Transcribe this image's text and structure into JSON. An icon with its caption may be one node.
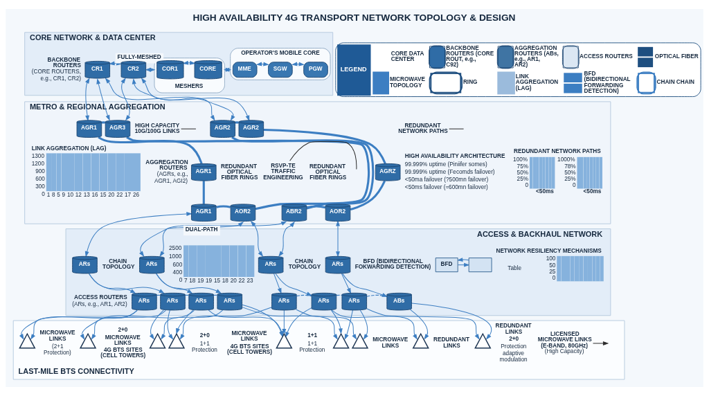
{
  "diagram": {
    "title": "HIGH AVAILABILITY 4G TRANSPORT NETWORK TOPOLOGY & DESIGN",
    "nodes": [
      {
        "text": [
          "CORE NETWORK & DATA CENTER"
        ]
      },
      {
        "text": [
          "CR1"
        ],
        "in": 0,
        "beside": [
          "BACKBONE ROUTERS",
          "(CORE ROUTERS, e.g., CR1, CR2)"
        ]
      },
      {
        "text": [
          "CR2"
        ],
        "in": 0
      },
      {
        "text": [
          "MESHERS"
        ],
        "in": 0
      },
      {
        "text": [
          "COR1"
        ],
        "in": 3
      },
      {
        "text": [
          "CORE"
        ],
        "in": 3
      },
      {
        "text": [
          "OPERATOR'S MOBILE CORE"
        ],
        "in": 0
      },
      {
        "text": [
          "MME"
        ],
        "in": 6
      },
      {
        "text": [
          "SGW"
        ],
        "in": 6
      },
      {
        "text": [
          "PGW"
        ],
        "in": 6
      },
      {
        "text": [
          "METRO & REGIONAL AGGREGATION"
        ]
      },
      {
        "text": [
          "AGR1"
        ],
        "in": 10
      },
      {
        "text": [
          "AGR3"
        ],
        "in": 10
      },
      {
        "text": [
          "HIGH CAPACITY 10G/100G LINKS"
        ],
        "in": 10
      },
      {
        "text": [
          "AGR2"
        ],
        "in": 10
      },
      {
        "text": [
          "AGR2"
        ],
        "in": 10
      },
      {
        "text": [
          "REDUNDANT NETWORK PATHS"
        ],
        "in": 10
      },
      {
        "text": [
          "AGR1"
        ],
        "in": 10,
        "beside": [
          "AGGREGATION ROUTERS",
          "(AGRs, e.g., AGR1, AGI2)"
        ]
      },
      {
        "text": [
          "RSVP-TE TRAFFIC ENGINEERING"
        ],
        "in": 10
      },
      {
        "text": [
          "AGRZ"
        ],
        "in": 10
      },
      {
        "text": [
          "AGR1"
        ],
        "in": 10
      },
      {
        "text": [
          "AOR2"
        ],
        "in": 10
      },
      {
        "text": [
          "ABR2"
        ],
        "in": 10
      },
      {
        "text": [
          "AOR2"
        ],
        "in": 10
      },
      {
        "text": [
          "ACCESS & BACKHAUL NETWORK"
        ]
      },
      {
        "text": [
          "ARs"
        ],
        "in": 24
      },
      {
        "text": [
          "ARs"
        ],
        "in": 24
      },
      {
        "text": [
          "ARs"
        ],
        "in": 24
      },
      {
        "text": [
          "ARs"
        ],
        "in": 24
      },
      {
        "text": [
          "BFD"
        ],
        "in": 24
      },
      {
        "text": [],
        "shape": "box",
        "in": 24
      },
      {
        "text": [
          "ARs"
        ],
        "in": 24,
        "beside": [
          "ACCESS ROUTERS",
          "(ARs, e.g., AR1, AR2)"
        ]
      },
      {
        "text": [
          "ARs"
        ],
        "in": 24
      },
      {
        "text": [
          "ARs"
        ],
        "in": 24
      },
      {
        "text": [
          "ARs"
        ],
        "in": 24
      },
      {
        "text": [
          "ARs"
        ],
        "in": 24
      },
      {
        "text": [
          "ARs"
        ],
        "in": 24
      },
      {
        "text": [
          "ARs"
        ],
        "in": 24
      },
      {
        "text": [
          "ABs"
        ],
        "in": 24
      },
      {
        "text": [
          "LAST-MILE BTS CONNECTIVITY"
        ]
      },
      {
        "text": [
          "LICENSED MICROWAVE LINKS (E-BAND, 80GHz)",
          "(High Capacity)"
        ],
        "in": 39
      },
      {
        "text": [],
        "shape": "picture",
        "in": 39
      },
      {
        "text": [],
        "shape": "picture",
        "in": 39
      },
      {
        "text": [],
        "shape": "picture",
        "in": 39
      },
      {
        "text": [],
        "shape": "picture",
        "in": 39
      },
      {
        "text": [],
        "shape": "picture",
        "in": 39
      },
      {
        "text": [],
        "shape": "picture",
        "in": 39
      },
      {
        "text": [],
        "shape": "picture",
        "in": 39
      },
      {
        "text": [],
        "shape": "picture",
        "in": 39
      },
      {
        "text": [],
        "shape": "picture",
        "in": 39
      }
    ],
    "edges": [
      {
        "from": 1,
        "to": 2,
        "arrow": "both",
        "label": "FULLY-MESHED"
      },
      {
        "from": 2,
        "to": 3,
        "arrow": "both"
      },
      {
        "from": 4,
        "to": 5,
        "arrow": "both"
      },
      {
        "from": 3,
        "to": 6,
        "arrow": "both"
      },
      {
        "from": 7,
        "to": 8,
        "arrow": "both"
      },
      {
        "from": 8,
        "to": 9,
        "arrow": "both"
      },
      {
        "from": 1,
        "to": 11,
        "arrow": "both"
      },
      {
        "from": 1,
        "to": 12,
        "arrow": "both"
      },
      {
        "from": 1,
        "to": 14,
        "arrow": "both"
      },
      {
        "from": 2,
        "to": 12,
        "arrow": "both"
      },
      {
        "from": 2,
        "to": 14,
        "arrow": "both"
      },
      {
        "from": 2,
        "to": 15,
        "arrow": "both"
      },
      {
        "from": 11,
        "to": 12,
        "arrow": "none",
        "style": "thick"
      },
      {
        "from": 11,
        "to": 17,
        "arrow": "none",
        "style": "thick"
      },
      {
        "from": 17,
        "to": 20,
        "arrow": "none",
        "style": "thick"
      },
      {
        "from": 12,
        "to": 21,
        "arrow": "none",
        "style": "thick"
      },
      {
        "from": 20,
        "to": 21,
        "arrow": "none",
        "style": "thick"
      },
      {
        "from": 14,
        "to": 15,
        "arrow": "none",
        "style": "thick"
      },
      {
        "from": 15,
        "to": 19,
        "arrow": "none",
        "style": "thick"
      },
      {
        "from": 19,
        "to": 23,
        "arrow": "none",
        "style": "thick"
      },
      {
        "from": 14,
        "to": 22,
        "arrow": "none",
        "style": "thick"
      },
      {
        "from": 22,
        "to": 23,
        "arrow": "none",
        "style": "thick"
      },
      {
        "from": 20,
        "to": 25,
        "arrow": "both"
      },
      {
        "from": 21,
        "to": 26,
        "arrow": "both"
      },
      {
        "from": 22,
        "to": 26,
        "arrow": "both",
        "label": "DUAL-PATH"
      },
      {
        "from": 21,
        "to": 27,
        "arrow": "both"
      },
      {
        "from": 22,
        "to": 27,
        "arrow": "both"
      },
      {
        "from": 23,
        "to": 28,
        "arrow": "both"
      },
      {
        "from": 25,
        "to": 31,
        "arrow": "to"
      },
      {
        "from": 25,
        "to": 32,
        "arrow": "to"
      },
      {
        "from": 26,
        "to": 33,
        "arrow": "to"
      },
      {
        "from": 26,
        "to": 34,
        "arrow": "to"
      },
      {
        "from": 27,
        "to": 35,
        "arrow": "to"
      },
      {
        "from": 27,
        "to": 36,
        "arrow": "to"
      },
      {
        "from": 28,
        "to": 37,
        "arrow": "to"
      },
      {
        "from": 28,
        "to": 38,
        "arrow": "to"
      },
      {
        "from": 31,
        "to": 32,
        "arrow": "none",
        "style": "dashed"
      },
      {
        "from": 32,
        "to": 33,
        "arrow": "none",
        "style": "dashed"
      },
      {
        "from": 33,
        "to": 34,
        "arrow": "none",
        "style": "dashed"
      },
      {
        "from": 35,
        "to": 36,
        "arrow": "none",
        "style": "dashed"
      },
      {
        "from": 36,
        "to": 37,
        "arrow": "none",
        "style": "dashed"
      },
      {
        "from": 37,
        "to": 38,
        "arrow": "none",
        "style": "dashed"
      },
      {
        "from": 31,
        "to": 41,
        "arrow": "to"
      },
      {
        "from": 31,
        "to": 42,
        "arrow": "to"
      },
      {
        "from": 32,
        "to": 41,
        "arrow": "to"
      },
      {
        "from": 32,
        "to": 43,
        "arrow": "to"
      },
      {
        "from": 32,
        "to": 44,
        "arrow": "to"
      },
      {
        "from": 33,
        "to": 42,
        "arrow": "to"
      },
      {
        "from": 33,
        "to": 44,
        "arrow": "to"
      },
      {
        "from": 33,
        "to": 45,
        "arrow": "to"
      },
      {
        "from": 34,
        "to": 43,
        "arrow": "to"
      },
      {
        "from": 34,
        "to": 45,
        "arrow": "to"
      },
      {
        "from": 34,
        "to": 46,
        "arrow": "to"
      },
      {
        "from": 35,
        "to": 44,
        "arrow": "to"
      },
      {
        "from": 35,
        "to": 45,
        "arrow": "to"
      },
      {
        "from": 35,
        "to": 47,
        "arrow": "to"
      },
      {
        "from": 36,
        "to": 45,
        "arrow": "to"
      },
      {
        "from": 36,
        "to": 46,
        "arrow": "to"
      },
      {
        "from": 36,
        "to": 48,
        "arrow": "to"
      },
      {
        "from": 37,
        "to": 46,
        "arrow": "to"
      },
      {
        "from": 37,
        "to": 47,
        "arrow": "to"
      },
      {
        "from": 37,
        "to": 49,
        "arrow": "to"
      },
      {
        "from": 38,
        "to": 48,
        "arrow": "to"
      },
      {
        "from": 38,
        "to": 49,
        "arrow": "to"
      },
      {
        "from": 13,
        "to": null,
        "arrow": "none",
        "color": "#2b2b2b"
      },
      {
        "from": 16,
        "to": null,
        "arrow": "none",
        "color": "#2b2b2b"
      },
      {
        "from": 18,
        "to": null,
        "arrow": "none",
        "color": "#2b2b2b"
      },
      {
        "from": 40,
        "to": null,
        "arrow": "to",
        "color": "#2b2b2b"
      },
      {
        "from": 29,
        "to": 30,
        "arrow": "to"
      },
      {
        "from": 30,
        "to": 29,
        "arrow": "to"
      }
    ],
    "labels": [
      "LINK AGGREGATION (LAG)",
      "1300",
      "1200",
      "900",
      "600",
      "300",
      "0",
      "1",
      "8",
      "5",
      "9",
      "10",
      "12",
      "13",
      "16",
      "15",
      "20",
      "22",
      "17",
      "26",
      "REDUNDANT OPTICAL FIBER RINGS",
      "REDUNDANT OPTICAL FIBER RINGS",
      "HIGH AVAILABILITY ARCHITECTURE",
      "99.999% uptime (Piniifer somes)",
      "99.999% uptime (Fecomds failover)",
      "<50ma failover (?500mn failover)",
      "<50ms failover (≈600mn failover)",
      "REDUNDANT NETWORK PATHS",
      "100%",
      "75%",
      "50%",
      "25%",
      "0",
      "<50ms",
      "1000%",
      "78%",
      "50%",
      "25%",
      "0",
      "<50ms",
      "CHAIN TOPOLOGY",
      "2500",
      "1000",
      "600",
      "400",
      "0",
      "7",
      "18",
      "19",
      "19",
      "15",
      "18",
      "20",
      "22",
      "23",
      "CHAIN TOPOLOGY",
      "BFD (BIDIRECTIONAL FOKWARDING DETECTION)",
      "NETWORK RESILIENCY MECHANISMS",
      "Table",
      "100",
      "50",
      "25",
      "0",
      "MICROWAVE LINKS",
      "(2+1 Protection)",
      "2+0",
      "MICROWAVE LINKS",
      "4G BTS SITES (CELL TOWERS)",
      "2+0",
      "1+1 Protection",
      "MICROWAVE LINKS",
      "4G BTS SITES (CELL TOWERS)",
      "1+1",
      "1+1 Protection",
      "MICROWAVE LINKS",
      "REDUNDANT LINKS",
      "REDUNDANT LINKS",
      "2+0",
      "Protection adaptive modulation",
      "LEGEND"
    ],
    "legend": [
      {
        "text": "CORE DATA CENTER"
      },
      {
        "text": "BACKBONE ROUTERS (CORE ROUT, e.g., C92)"
      },
      {
        "text": "AGGREGATION ROUTERS (ABs, e.g., AR1, AR2)"
      },
      {
        "text": "ACCESS ROUTERS"
      },
      {
        "text": "OPTICAL FIBER"
      },
      {
        "text": "MICROWAVE TOPOLOGY"
      },
      {
        "text": "RING"
      },
      {
        "text": "LINK AGGREGATION (LAG)"
      },
      {
        "text": "BFD (BIDIRECTIONAL FORWARDING DETECTION)"
      },
      {
        "text": "CHAIN CHAIN"
      }
    ]
  }
}
